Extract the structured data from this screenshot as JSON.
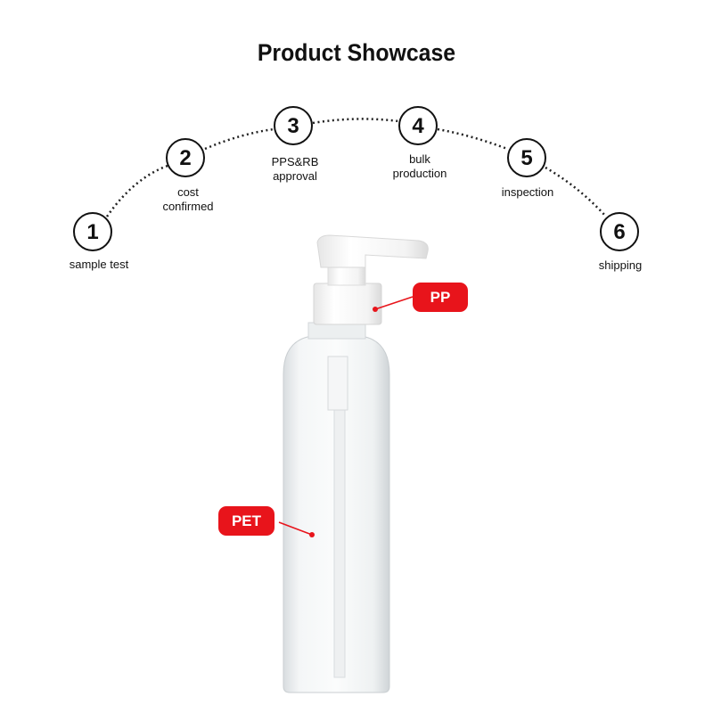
{
  "title": "Product Showcase",
  "steps": [
    {
      "number": "1",
      "label": "sample test"
    },
    {
      "number": "2",
      "label_line1": "cost",
      "label_line2": "confirmed"
    },
    {
      "number": "3",
      "label_line1": "PPS&RB",
      "label_line2": "approval"
    },
    {
      "number": "4",
      "label_line1": "bulk",
      "label_line2": "production"
    },
    {
      "number": "5",
      "label": "inspection"
    },
    {
      "number": "6",
      "label": "shipping"
    }
  ],
  "callouts": {
    "cap": "PP",
    "body": "PET"
  },
  "colors": {
    "badge": "#e8141b",
    "text": "#111111"
  }
}
